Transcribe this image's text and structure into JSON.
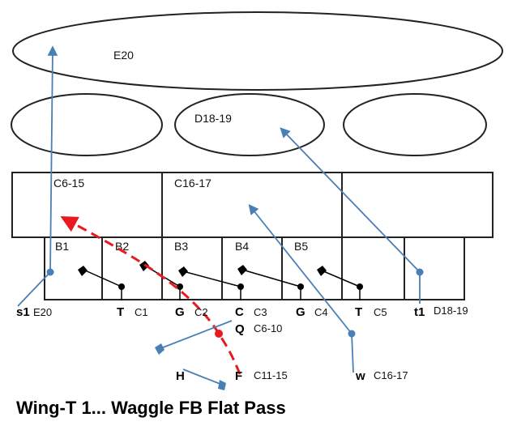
{
  "diagram": {
    "title": "Wing-T 1... Waggle FB Flat Pass",
    "colors": {
      "route": "#4a7fb5",
      "qb_path": "#e8191f",
      "block": "#000000",
      "zone_outline": "#222222"
    },
    "zones": {
      "deep_middle": "E20",
      "deep_left": "",
      "deep_center": "D18-19",
      "deep_right": "",
      "under_left": "C6-15",
      "under_middle": "C16-17",
      "under_right": "",
      "boxes": [
        "B1",
        "B2",
        "B3",
        "B4",
        "B5",
        "",
        ""
      ]
    },
    "players": {
      "s1": {
        "label": "s1",
        "coverage": "E20"
      },
      "lt": {
        "label": "T",
        "coverage": "C1"
      },
      "lg": {
        "label": "G",
        "coverage": "C2"
      },
      "c": {
        "label": "C",
        "coverage": "C3"
      },
      "rg": {
        "label": "G",
        "coverage": "C4"
      },
      "rt": {
        "label": "T",
        "coverage": "C5"
      },
      "t1": {
        "label": "t1",
        "coverage": "D18-19"
      },
      "qb": {
        "label": "Q",
        "coverage": "C6-10"
      },
      "hb": {
        "label": "H",
        "coverage": ""
      },
      "fb": {
        "label": "F",
        "coverage": "C11-15"
      },
      "w": {
        "label": "w",
        "coverage": "C16-17"
      }
    }
  }
}
